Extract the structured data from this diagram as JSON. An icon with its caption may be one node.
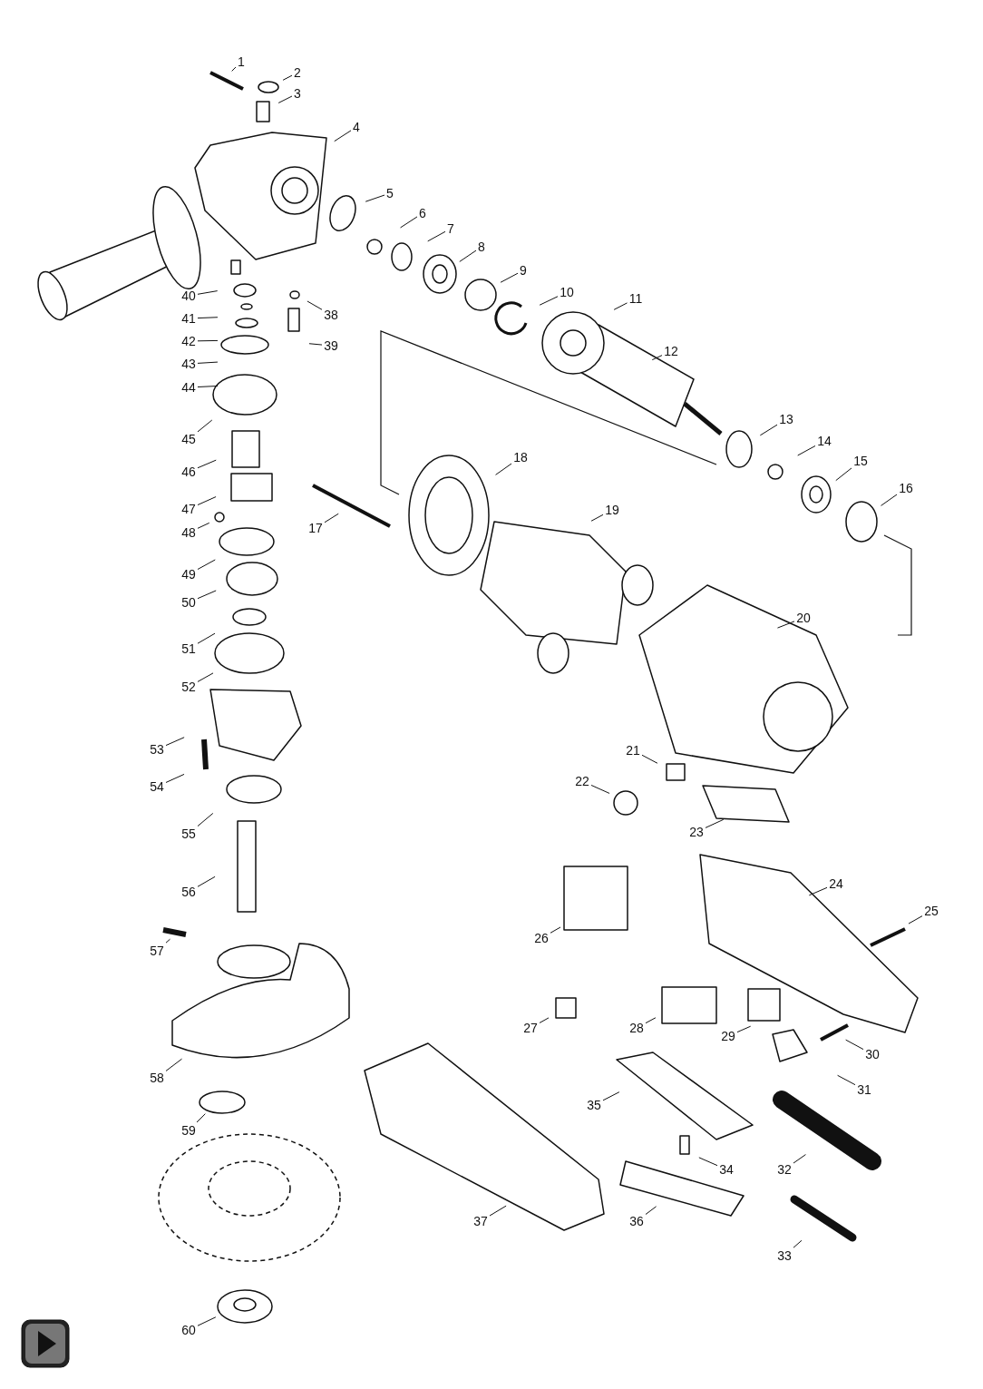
{
  "diagram": {
    "nodes": [
      {
        "text": [
          "1"
        ]
      },
      {
        "text": [
          "2"
        ]
      },
      {
        "text": [
          "3"
        ]
      },
      {
        "text": [
          "4"
        ]
      },
      {
        "text": [
          "5"
        ]
      },
      {
        "text": [
          "6"
        ]
      },
      {
        "text": [
          "7"
        ]
      },
      {
        "text": [
          "8"
        ]
      },
      {
        "text": [
          "9"
        ]
      },
      {
        "text": [
          "10"
        ]
      },
      {
        "text": [
          "11"
        ]
      },
      {
        "text": [
          "12"
        ]
      },
      {
        "text": [
          "13"
        ]
      },
      {
        "text": [
          "14"
        ]
      },
      {
        "text": [
          "15"
        ]
      },
      {
        "text": [
          "16"
        ]
      },
      {
        "text": [
          "17"
        ]
      },
      {
        "text": [
          "18"
        ]
      },
      {
        "text": [
          "19"
        ]
      },
      {
        "text": [
          "20"
        ]
      },
      {
        "text": [
          "21"
        ]
      },
      {
        "text": [
          "22"
        ]
      },
      {
        "text": [
          "23"
        ]
      },
      {
        "text": [
          "24"
        ]
      },
      {
        "text": [
          "25"
        ]
      },
      {
        "text": [
          "26"
        ]
      },
      {
        "text": [
          "27"
        ]
      },
      {
        "text": [
          "28"
        ]
      },
      {
        "text": [
          "29"
        ]
      },
      {
        "text": [
          "30"
        ]
      },
      {
        "text": [
          "31"
        ]
      },
      {
        "text": [
          "32"
        ]
      },
      {
        "text": [
          "33"
        ]
      },
      {
        "text": [
          "34"
        ]
      },
      {
        "text": [
          "35"
        ]
      },
      {
        "text": [
          "36"
        ]
      },
      {
        "text": [
          "37"
        ]
      },
      {
        "text": [
          "38"
        ]
      },
      {
        "text": [
          "39"
        ]
      },
      {
        "text": [
          "40"
        ]
      },
      {
        "text": [
          "41"
        ]
      },
      {
        "text": [
          "42"
        ]
      },
      {
        "text": [
          "43"
        ]
      },
      {
        "text": [
          "44"
        ]
      },
      {
        "text": [
          "45"
        ]
      },
      {
        "text": [
          "46"
        ]
      },
      {
        "text": [
          "47"
        ]
      },
      {
        "text": [
          "48"
        ]
      },
      {
        "text": [
          "49"
        ]
      },
      {
        "text": [
          "50"
        ]
      },
      {
        "text": [
          "51"
        ]
      },
      {
        "text": [
          "52"
        ]
      },
      {
        "text": [
          "53"
        ]
      },
      {
        "text": [
          "54"
        ]
      },
      {
        "text": [
          "55"
        ]
      },
      {
        "text": [
          "56"
        ]
      },
      {
        "text": [
          "57"
        ]
      },
      {
        "text": [
          "58"
        ]
      },
      {
        "text": [
          "59"
        ]
      },
      {
        "text": [
          "60"
        ]
      }
    ],
    "edges": [
      {
        "from": 0,
        "to": null,
        "arrow": "none"
      },
      {
        "from": 1,
        "to": null,
        "arrow": "none"
      },
      {
        "from": 2,
        "to": null,
        "arrow": "none"
      },
      {
        "from": 3,
        "to": null,
        "arrow": "none"
      },
      {
        "from": 4,
        "to": null,
        "arrow": "none"
      },
      {
        "from": 5,
        "to": null,
        "arrow": "none"
      },
      {
        "from": 6,
        "to": null,
        "arrow": "none"
      },
      {
        "from": 7,
        "to": null,
        "arrow": "none"
      },
      {
        "from": 8,
        "to": null,
        "arrow": "none"
      },
      {
        "from": 9,
        "to": null,
        "arrow": "none"
      },
      {
        "from": 10,
        "to": null,
        "arrow": "none"
      },
      {
        "from": 11,
        "to": null,
        "arrow": "none"
      },
      {
        "from": 12,
        "to": null,
        "arrow": "none"
      },
      {
        "from": 13,
        "to": null,
        "arrow": "none"
      },
      {
        "from": 14,
        "to": null,
        "arrow": "none"
      },
      {
        "from": 15,
        "to": null,
        "arrow": "none"
      },
      {
        "from": 16,
        "to": null,
        "arrow": "none"
      },
      {
        "from": 17,
        "to": null,
        "arrow": "none"
      },
      {
        "from": 18,
        "to": null,
        "arrow": "none"
      },
      {
        "from": 19,
        "to": null,
        "arrow": "none"
      },
      {
        "from": 20,
        "to": null,
        "arrow": "none"
      },
      {
        "from": 21,
        "to": null,
        "arrow": "none"
      },
      {
        "from": 22,
        "to": null,
        "arrow": "none"
      },
      {
        "from": 23,
        "to": null,
        "arrow": "none"
      },
      {
        "from": 24,
        "to": null,
        "arrow": "none"
      },
      {
        "from": 25,
        "to": null,
        "arrow": "none"
      },
      {
        "from": 26,
        "to": null,
        "arrow": "none"
      },
      {
        "from": 27,
        "to": null,
        "arrow": "none"
      },
      {
        "from": 28,
        "to": null,
        "arrow": "none"
      },
      {
        "from": 29,
        "to": null,
        "arrow": "none"
      },
      {
        "from": 30,
        "to": null,
        "arrow": "none"
      },
      {
        "from": 31,
        "to": null,
        "arrow": "none"
      },
      {
        "from": 32,
        "to": null,
        "arrow": "none"
      },
      {
        "from": 33,
        "to": null,
        "arrow": "none"
      },
      {
        "from": 34,
        "to": null,
        "arrow": "none"
      },
      {
        "from": 35,
        "to": null,
        "arrow": "none"
      },
      {
        "from": 36,
        "to": null,
        "arrow": "none"
      },
      {
        "from": 37,
        "to": null,
        "arrow": "none"
      },
      {
        "from": 38,
        "to": null,
        "arrow": "none"
      },
      {
        "from": 39,
        "to": null,
        "arrow": "none"
      },
      {
        "from": 40,
        "to": null,
        "arrow": "none"
      },
      {
        "from": 41,
        "to": null,
        "arrow": "none"
      },
      {
        "from": 42,
        "to": null,
        "arrow": "none"
      },
      {
        "from": 43,
        "to": null,
        "arrow": "none"
      },
      {
        "from": 44,
        "to": null,
        "arrow": "none"
      },
      {
        "from": 45,
        "to": null,
        "arrow": "none"
      },
      {
        "from": 46,
        "to": null,
        "arrow": "none"
      },
      {
        "from": 47,
        "to": null,
        "arrow": "none"
      },
      {
        "from": 48,
        "to": null,
        "arrow": "none"
      },
      {
        "from": 49,
        "to": null,
        "arrow": "none"
      },
      {
        "from": 50,
        "to": null,
        "arrow": "none"
      },
      {
        "from": 51,
        "to": null,
        "arrow": "none"
      },
      {
        "from": 52,
        "to": null,
        "arrow": "none"
      },
      {
        "from": 53,
        "to": null,
        "arrow": "none"
      },
      {
        "from": 54,
        "to": null,
        "arrow": "none"
      },
      {
        "from": 55,
        "to": null,
        "arrow": "none"
      },
      {
        "from": 56,
        "to": null,
        "arrow": "none"
      },
      {
        "from": 57,
        "to": null,
        "arrow": "none"
      },
      {
        "from": 58,
        "to": null,
        "arrow": "none"
      },
      {
        "from": 59,
        "to": null,
        "arrow": "none"
      }
    ]
  }
}
